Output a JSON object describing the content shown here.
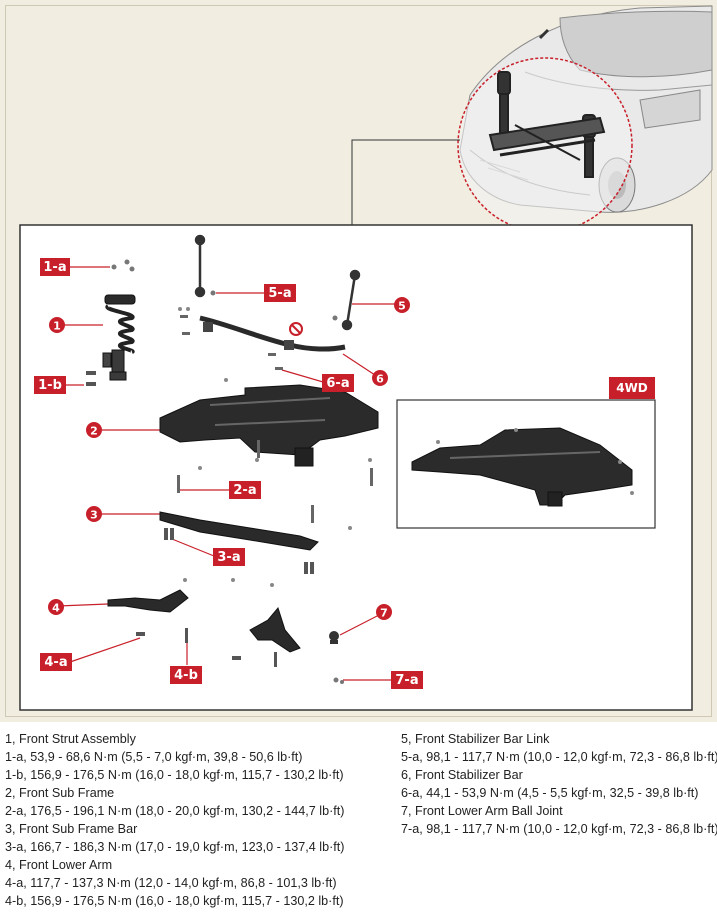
{
  "labels": {
    "l_1a": "1-a",
    "l_1b": "1-b",
    "l_2a": "2-a",
    "l_3a": "3-a",
    "l_4a": "4-a",
    "l_4b": "4-b",
    "l_5a": "5-a",
    "l_6a": "6-a",
    "l_7a": "7-a",
    "n_1": "1",
    "n_2": "2",
    "n_3": "3",
    "n_4": "4",
    "n_5": "5",
    "n_6": "6",
    "n_7": "7",
    "variant_4wd": "4WD"
  },
  "legend": {
    "left": [
      "1, Front Strut Assembly",
      "1-a, 53,9 - 68,6 N·m (5,5 - 7,0 kgf·m, 39,8 - 50,6 lb·ft)",
      "1-b, 156,9 - 176,5 N·m (16,0 - 18,0 kgf·m, 115,7 - 130,2 lb·ft)",
      "2, Front Sub Frame",
      "2-a, 176,5 - 196,1 N·m (18,0 - 20,0 kgf·m, 130,2 - 144,7 lb·ft)",
      "3, Front Sub Frame Bar",
      "3-a, 166,7 - 186,3 N·m (17,0 - 19,0 kgf·m, 123,0 - 137,4 lb·ft)",
      "4, Front Lower Arm",
      "4-a, 117,7 - 137,3 N·m (12,0 - 14,0 kgf·m, 86,8 - 101,3 lb·ft)",
      "4-b, 156,9 - 176,5 N·m (16,0 - 18,0 kgf·m, 115,7 - 130,2 lb·ft)"
    ],
    "right": [
      "5, Front Stabilizer Bar Link",
      "5-a, 98,1 - 117,7 N·m (10,0 - 12,0 kgf·m, 72,3 - 86,8 lb·ft)",
      "6, Front Stabilizer Bar",
      "6-a, 44,1 - 53,9 N·m (4,5 - 5,5 kgf·m, 32,5 - 39,8 lb·ft)",
      "7, Front Lower Arm Ball Joint",
      "7-a, 98,1 - 117,7 N·m (10,0 - 12,0 kgf·m, 72,3 - 86,8 lb·ft)"
    ]
  },
  "colors": {
    "accent": "#c8202a",
    "background": "#f1ede0",
    "part": "#1e1e1e"
  }
}
